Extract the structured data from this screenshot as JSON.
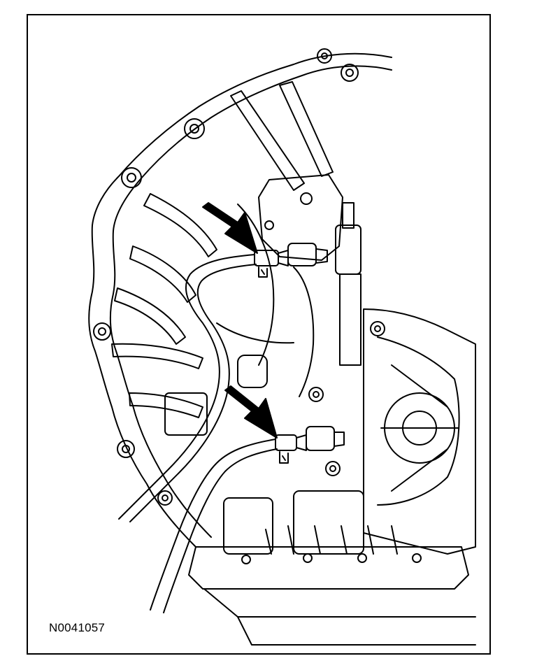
{
  "figure": {
    "id_label": "N0041057"
  },
  "colors": {
    "line": "#000000",
    "background": "#ffffff"
  },
  "callouts": [
    {
      "name": "upper-hose-clamp-arrow",
      "icon": "arrow-pointer-icon"
    },
    {
      "name": "lower-hose-clamp-arrow",
      "icon": "arrow-pointer-icon"
    }
  ]
}
